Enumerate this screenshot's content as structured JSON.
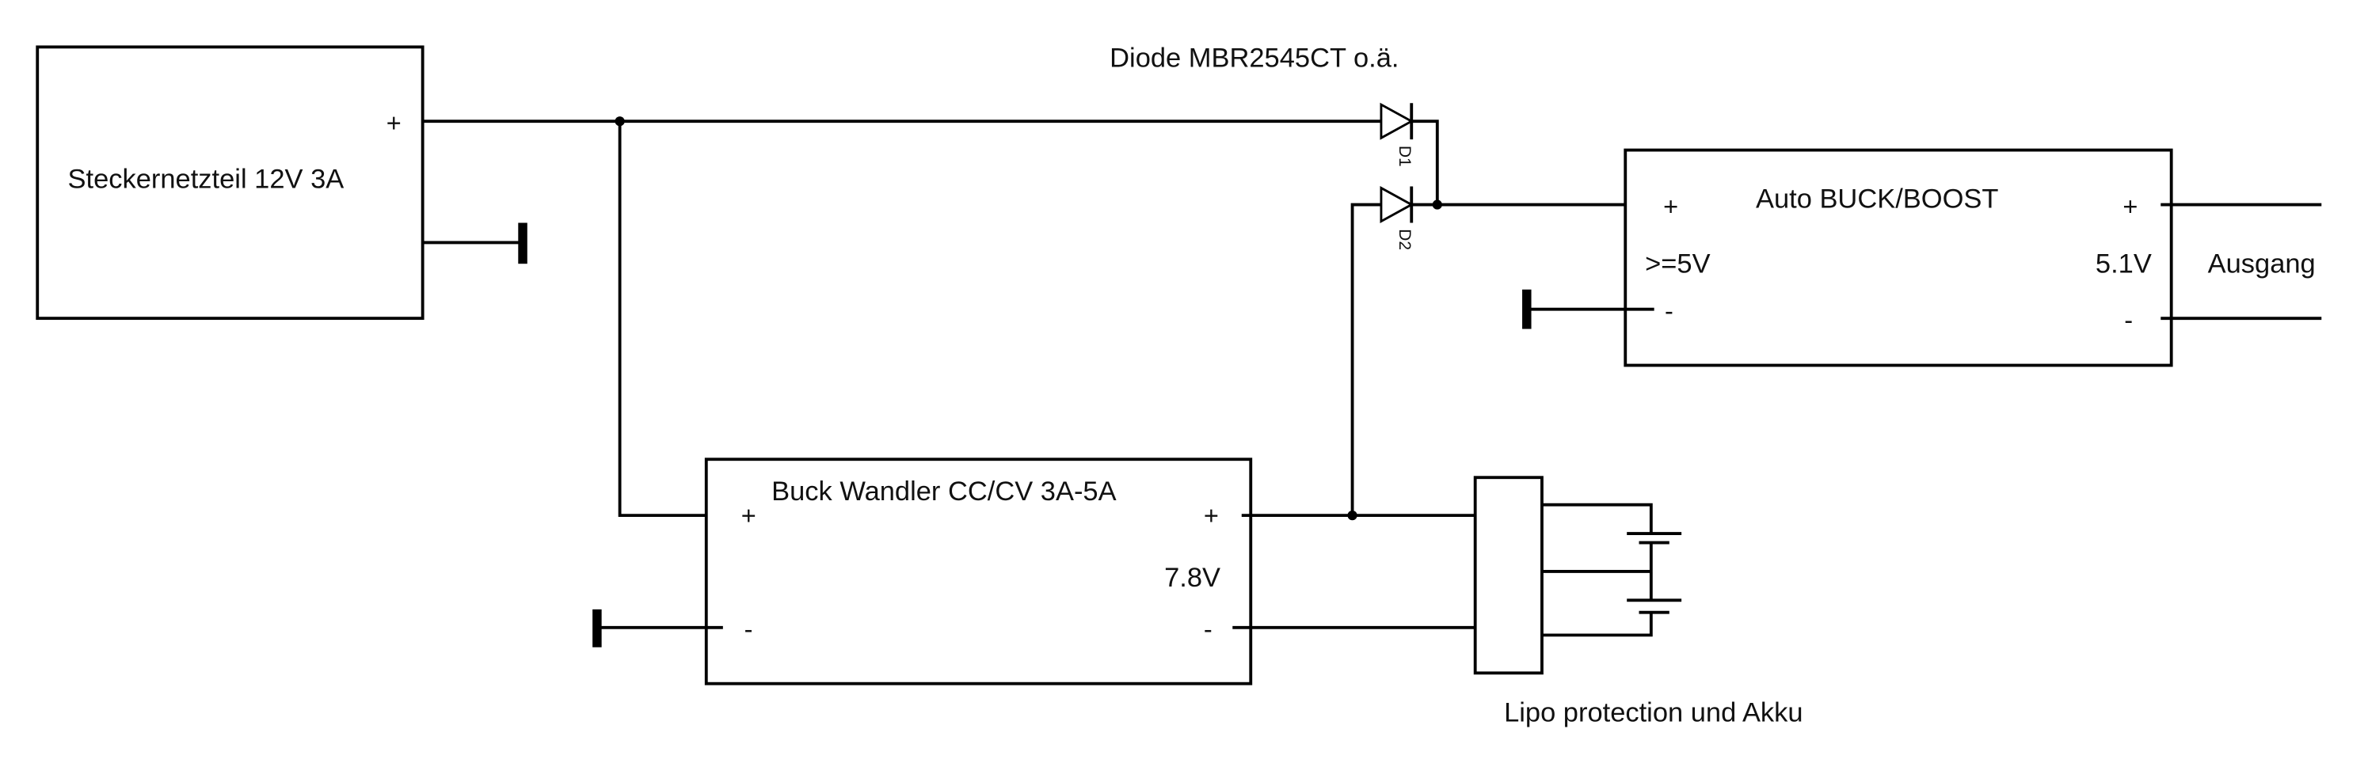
{
  "diode_caption": "Diode MBR2545CT o.ä.",
  "diode_labels": {
    "d1": "D1",
    "d2": "D2"
  },
  "psu": {
    "name": "Steckernetzteil 12V 3A",
    "plus": "+"
  },
  "auto": {
    "name": "Auto BUCK/BOOST",
    "plus_in": "+",
    "minus_in": "-",
    "plus_out": "+",
    "minus_out": "-",
    "vin": ">=5V",
    "vout": "5.1V",
    "output_label": "Ausgang"
  },
  "buck": {
    "name": "Buck Wandler CC/CV 3A-5A",
    "plus_in": "+",
    "minus_in": "-",
    "plus_out": "+",
    "minus_out": "-",
    "vout": "7.8V"
  },
  "lipo": {
    "caption": "Lipo protection und Akku"
  }
}
